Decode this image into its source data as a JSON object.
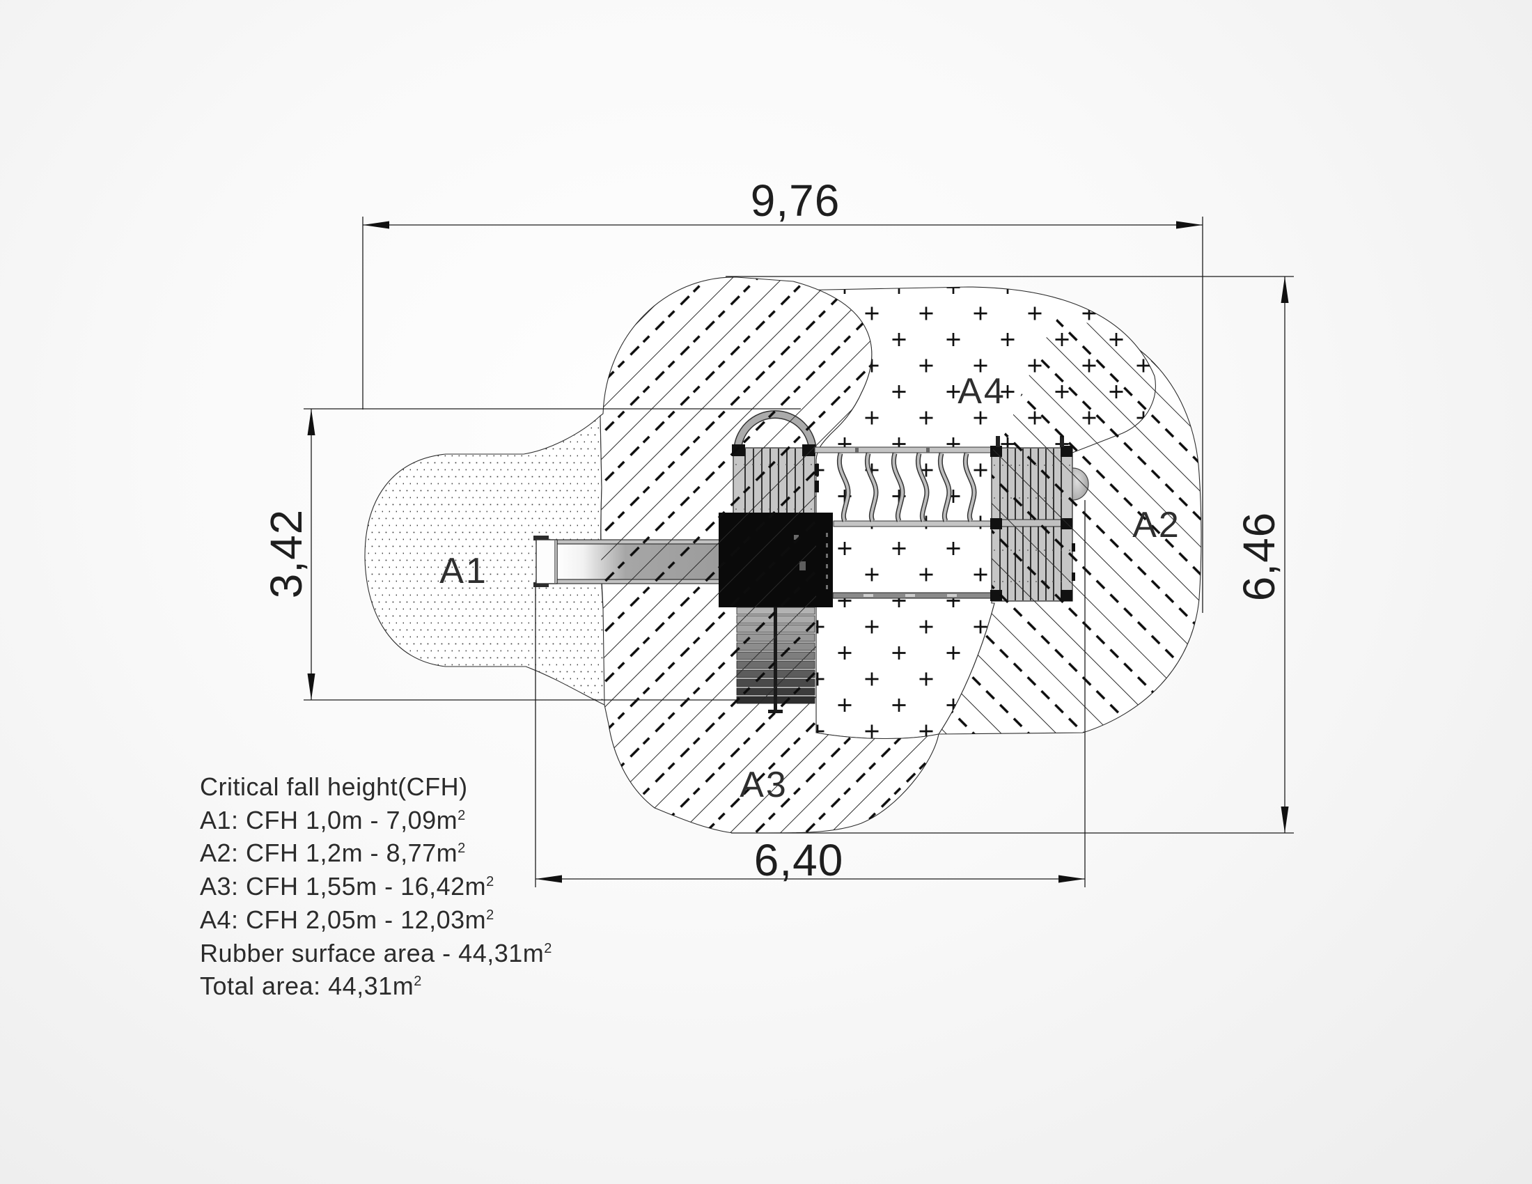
{
  "dimensions": {
    "width_top": "9,76",
    "height_right": "6,46",
    "height_left": "3,42",
    "width_bottom": "6,40"
  },
  "zones": {
    "a1": {
      "label": "A1"
    },
    "a2": {
      "label": "A2"
    },
    "a3": {
      "label": "A3"
    },
    "a4": {
      "label": "A4"
    }
  },
  "legend": {
    "title": "Critical fall height(CFH)",
    "items": [
      {
        "text": "A1: CFH 1,0m - 7,09m",
        "sup": "2"
      },
      {
        "text": "A2: CFH 1,2m - 8,77m",
        "sup": "2"
      },
      {
        "text": "A3: CFH 1,55m - 16,42m",
        "sup": "2"
      },
      {
        "text": "A4: CFH 2,05m - 12,03m",
        "sup": "2"
      },
      {
        "text": "Rubber surface area - 44,31m",
        "sup": "2"
      },
      {
        "text": "Total area: 44,31m",
        "sup": "2"
      }
    ]
  }
}
